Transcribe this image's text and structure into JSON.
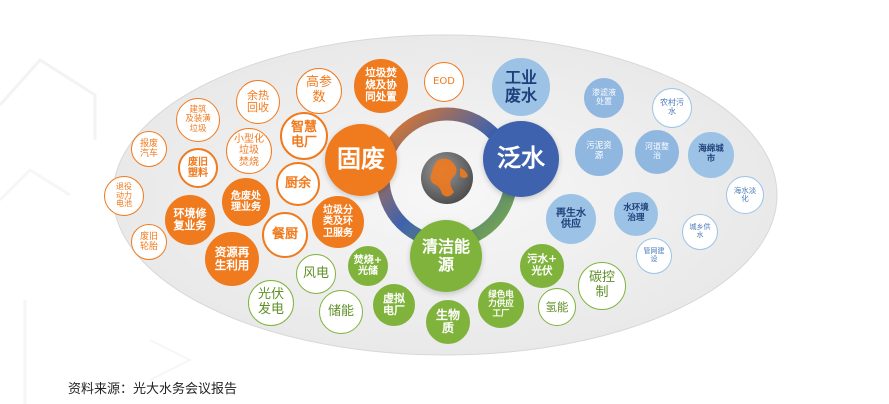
{
  "colors": {
    "orange": "#f07a1e",
    "blue": "#3e62ad",
    "green": "#7fb33c",
    "light_blue": "#9cc3e5",
    "ellipse_bg": "#ededed"
  },
  "hubs": {
    "solid_waste": "固废",
    "water": "泛水",
    "clean_energy": "清洁能\n源"
  },
  "center_icon": "globe-icon",
  "solid_waste_items": [
    {
      "label": "报废\n汽车",
      "tone": "light"
    },
    {
      "label": "退役\n动力\n电池",
      "tone": "light"
    },
    {
      "label": "废旧\n轮胎",
      "tone": "light"
    },
    {
      "label": "建筑\n及装潢\n垃圾",
      "tone": "light"
    },
    {
      "label": "废旧\n塑料",
      "tone": "mid"
    },
    {
      "label": "环境修\n复业务",
      "tone": "solid"
    },
    {
      "label": "余热\n回收",
      "tone": "light"
    },
    {
      "label": "小型化\n垃圾\n焚烧",
      "tone": "light"
    },
    {
      "label": "危废处\n理业务",
      "tone": "solid"
    },
    {
      "label": "资源再\n生利用",
      "tone": "solid"
    },
    {
      "label": "高参\n数",
      "tone": "light"
    },
    {
      "label": "智慧\n电厂",
      "tone": "mid"
    },
    {
      "label": "厨余",
      "tone": "mid"
    },
    {
      "label": "餐厨",
      "tone": "mid"
    },
    {
      "label": "垃圾焚\n烧及协\n同处置",
      "tone": "solid"
    },
    {
      "label": "垃圾分\n类及环\n卫服务",
      "tone": "solid"
    },
    {
      "label": "EOD",
      "tone": "light"
    }
  ],
  "water_items": [
    {
      "label": "工业\n废水",
      "tone": "solid"
    },
    {
      "label": "渗滤液\n处置",
      "tone": "mid"
    },
    {
      "label": "农村污\n水",
      "tone": "light"
    },
    {
      "label": "污泥资\n源",
      "tone": "mid"
    },
    {
      "label": "河道整\n治",
      "tone": "mid"
    },
    {
      "label": "海绵城\n市",
      "tone": "solid"
    },
    {
      "label": "海水淡\n化",
      "tone": "light"
    },
    {
      "label": "再生水\n供应",
      "tone": "solid"
    },
    {
      "label": "水环境\n治理",
      "tone": "solid"
    },
    {
      "label": "城乡供\n水",
      "tone": "light"
    },
    {
      "label": "管网建\n设",
      "tone": "light"
    }
  ],
  "energy_items": [
    {
      "label": "焚烧+\n光储",
      "tone": "solid"
    },
    {
      "label": "风电",
      "tone": "light"
    },
    {
      "label": "光伏\n发电",
      "tone": "light"
    },
    {
      "label": "储能",
      "tone": "light"
    },
    {
      "label": "虚拟\n电厂",
      "tone": "solid"
    },
    {
      "label": "生物\n质",
      "tone": "solid"
    },
    {
      "label": "绿色电\n力供应\n工厂",
      "tone": "solid"
    },
    {
      "label": "污水+\n光伏",
      "tone": "solid"
    },
    {
      "label": "氢能",
      "tone": "light"
    },
    {
      "label": "碳控\n制",
      "tone": "light"
    }
  ],
  "source_note": "资料来源：光大水务会议报告"
}
